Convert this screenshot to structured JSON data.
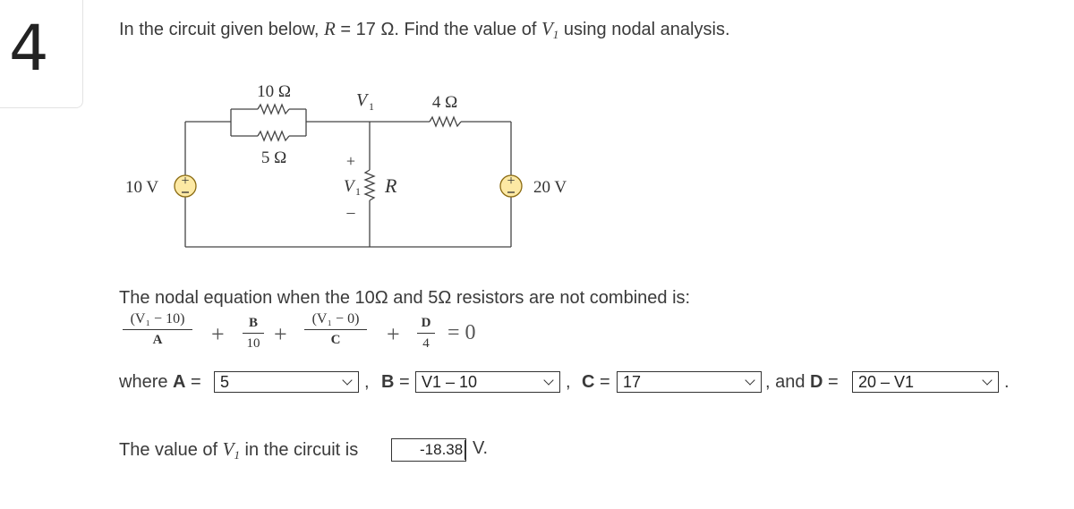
{
  "question": {
    "number": "4",
    "prompt_pre": "In the circuit given below, ",
    "r_var": "R",
    "r_eq": " = 17 Ω. Find the value of ",
    "v_var": "V",
    "v_sub": "1",
    "prompt_post": " using nodal analysis."
  },
  "circuit": {
    "r10": "10 Ω",
    "r5": "5 Ω",
    "r4": "4 Ω",
    "node": "V",
    "node_sub": "1",
    "v1_label": "V",
    "v1_label_sub": "1",
    "r_label": "R",
    "plus": "+",
    "minus": "–",
    "src_left": "10 V",
    "src_right": "20 V"
  },
  "equation": {
    "intro": "The nodal equation when the 10Ω and 5Ω resistors are not combined is:",
    "t1_num": "(V₁ − 10)",
    "t1_den": "A",
    "t2_num": "B",
    "t2_den": "10",
    "t3_num": "(V₁ − 0)",
    "t3_den": "C",
    "t4_num": "D",
    "t4_den": "4",
    "plus": "+",
    "eq": "= 0"
  },
  "dropdowns": {
    "where": "where ",
    "a_label": "A",
    "b_label": "B",
    "c_label": "C",
    "d_label": "D",
    "equals": " =",
    "comma": ",",
    "and": ", and ",
    "period": ".",
    "a_value": "5",
    "b_value": "V1 – 10",
    "c_value": "17",
    "d_value": "20 – V1"
  },
  "answer": {
    "pre": "The value of ",
    "var": "V",
    "sub": "1",
    "mid": " in the circuit is",
    "value": "-18.38",
    "unit": "V."
  }
}
